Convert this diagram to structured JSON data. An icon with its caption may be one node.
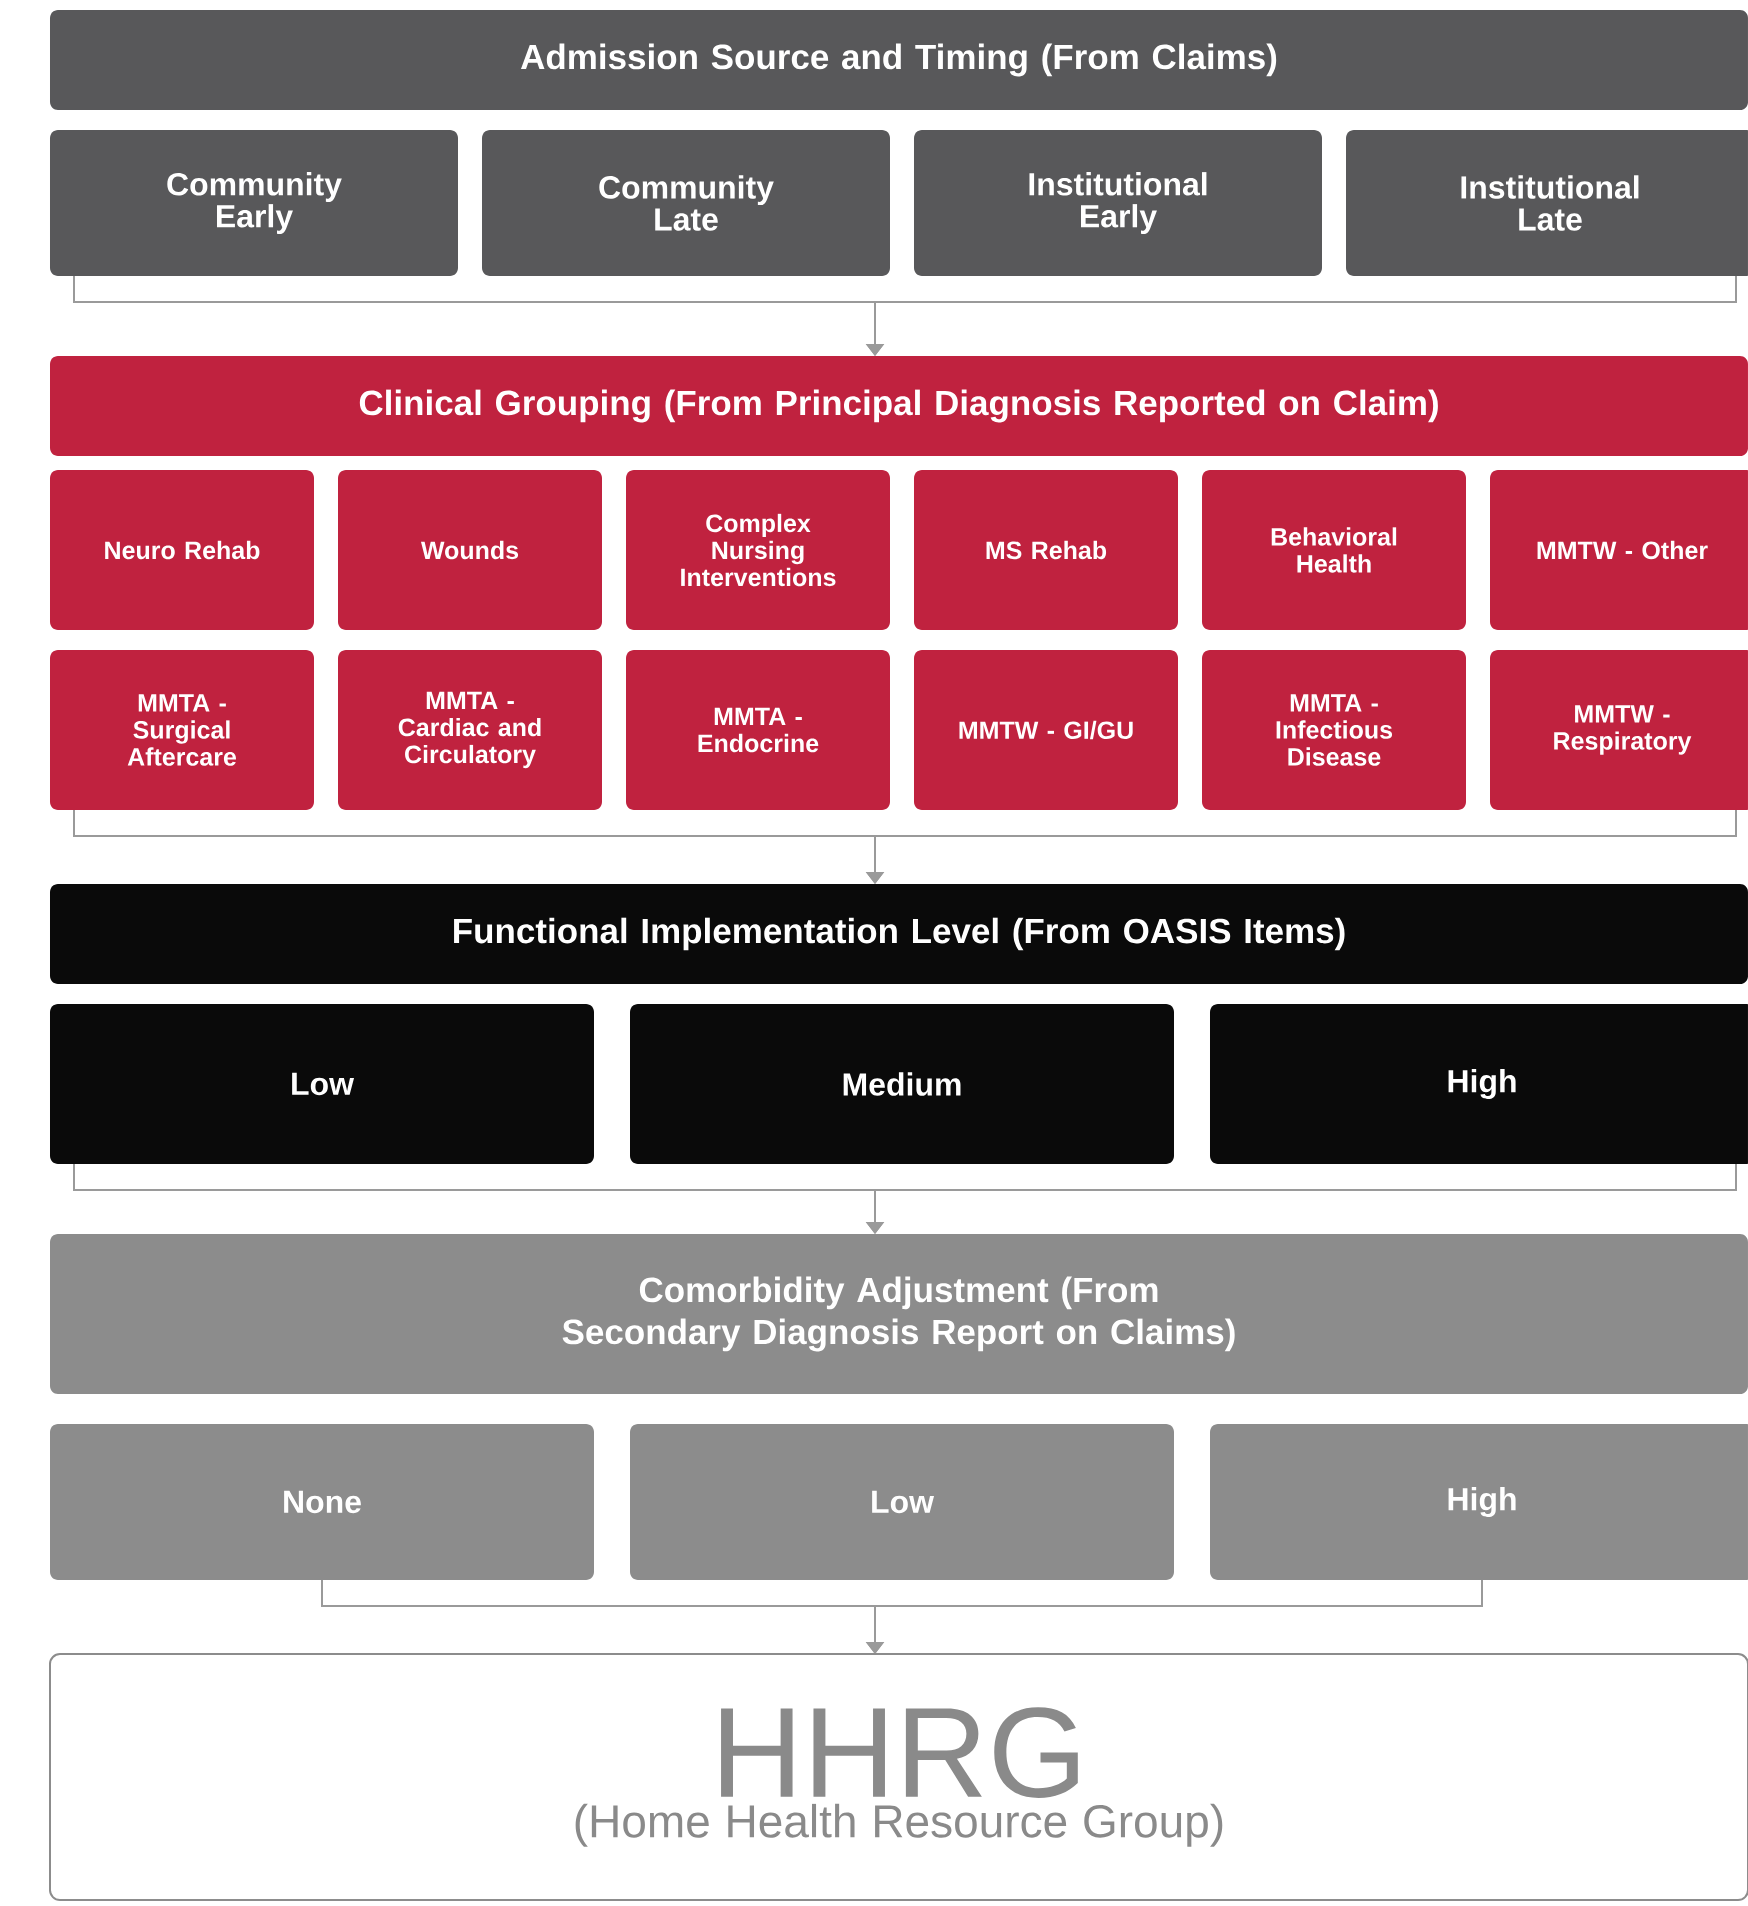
{
  "diagram": {
    "nodes": [
      {
        "text": [
          "Admission Source and Timing (From Claims)"
        ]
      },
      {
        "text": [
          "Community Early"
        ]
      },
      {
        "text": [
          "Community Late"
        ]
      },
      {
        "text": [
          "Institutional Early"
        ]
      },
      {
        "text": [
          "Institutional Late"
        ]
      },
      {
        "text": [
          "Clinical Grouping (From Principal Diagnosis Reported on Claim)"
        ]
      },
      {
        "text": [
          "Neuro Rehab"
        ]
      },
      {
        "text": [
          "Wounds"
        ]
      },
      {
        "text": [
          "Complex Nursing Interventions"
        ]
      },
      {
        "text": [
          "MS Rehab"
        ]
      },
      {
        "text": [
          "Behavioral Health"
        ]
      },
      {
        "text": [
          "MMTW - Other"
        ]
      },
      {
        "text": [
          "MMTA - Surgical Aftercare"
        ]
      },
      {
        "text": [
          "MMTA - Cardiac and Circulatory"
        ]
      },
      {
        "text": [
          "MMTA - Endocrine"
        ]
      },
      {
        "text": [
          "MMTW - GI/GU"
        ]
      },
      {
        "text": [
          "MMTA - Infectious Disease"
        ]
      },
      {
        "text": [
          "MMTW - Respiratory"
        ]
      },
      {
        "text": [
          "Functional Implementation Level (From OASIS Items)"
        ]
      },
      {
        "text": [
          "Low"
        ]
      },
      {
        "text": [
          "Medium"
        ]
      },
      {
        "text": [
          "High"
        ]
      },
      {
        "text": [
          "Comorbidity Adjustment (From Secondary Diagnosis Report on Claims)"
        ]
      },
      {
        "text": [
          "None"
        ]
      },
      {
        "text": [
          "Low"
        ]
      },
      {
        "text": [
          "High"
        ]
      },
      {
        "text": [
          "HHRG",
          "(Home Health Resource Group)"
        ]
      }
    ],
    "edges": [
      {
        "from": 1,
        "to": 5,
        "arrow": "to"
      },
      {
        "from": 4,
        "to": 5,
        "arrow": "to"
      },
      {
        "from": 12,
        "to": 18,
        "arrow": "to"
      },
      {
        "from": 17,
        "to": 18,
        "arrow": "to"
      },
      {
        "from": 19,
        "to": 22,
        "arrow": "to"
      },
      {
        "from": 21,
        "to": 22,
        "arrow": "to"
      },
      {
        "from": 23,
        "to": 26,
        "arrow": "to"
      },
      {
        "from": 25,
        "to": 26,
        "arrow": "to"
      }
    ]
  }
}
